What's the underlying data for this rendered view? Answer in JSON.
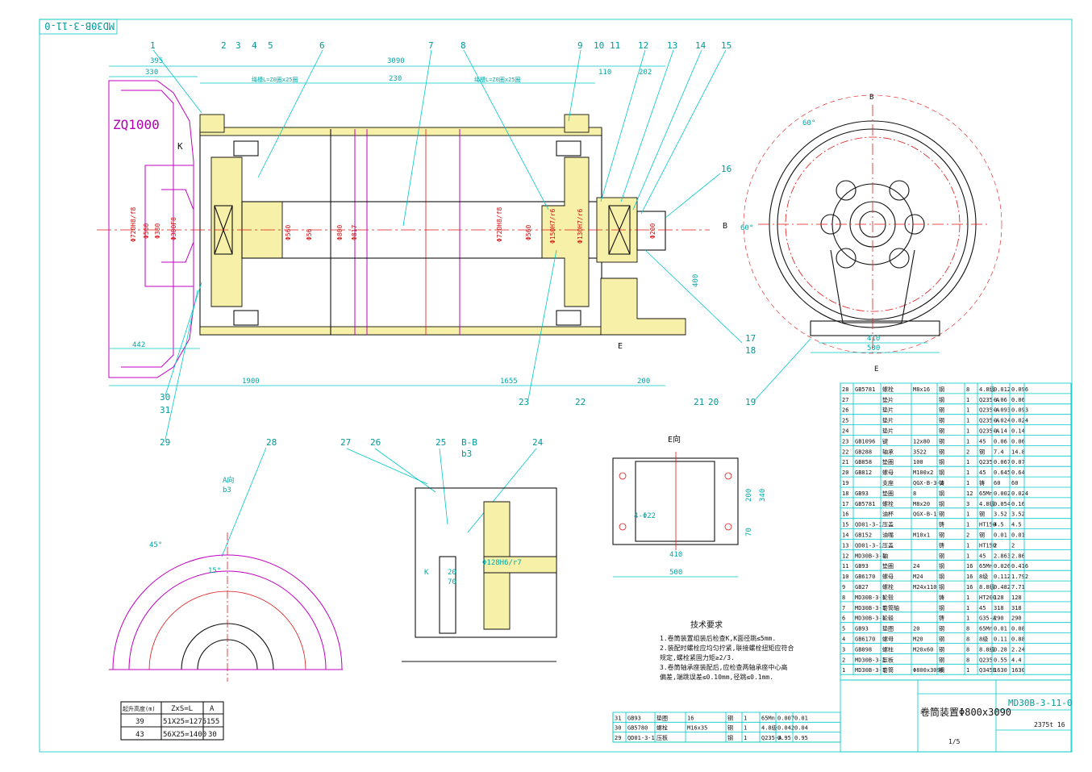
{
  "drawing": {
    "code": "MD30B-3-11-0",
    "code_mirrored": "MD30B-3-11-0",
    "title": "卷筒装置Φ800x3090",
    "reducer_label": "ZQ1000",
    "scale_hint": "1/5",
    "sheet_info": "2375t  16"
  },
  "callouts": [
    "1",
    "2",
    "3",
    "4",
    "5",
    "6",
    "7",
    "8",
    "9",
    "10",
    "11",
    "12",
    "13",
    "14",
    "15",
    "16",
    "17",
    "18",
    "19",
    "20",
    "21",
    "22",
    "23",
    "24",
    "25",
    "26",
    "27",
    "28",
    "29",
    "30",
    "31"
  ],
  "dimensions": {
    "top": [
      "395",
      "330",
      "3090",
      "230",
      "110",
      "202"
    ],
    "bottom": [
      "1900",
      "1655",
      "200"
    ],
    "left": [
      "442"
    ],
    "side": [
      "410",
      "500",
      "400"
    ],
    "groove_left": "绳槽L=Z0圈x25圈",
    "groove_right": "绳槽L=Z0圈x25圈",
    "dia_left": [
      "Φ720H8/f8",
      "Φ560",
      "Φ380",
      "Φ380F8"
    ],
    "dia_mid": [
      "Φ560",
      "Φ56",
      "Φ800",
      "Φ817"
    ],
    "dia_right": [
      "Φ720H8/f8",
      "Φ560",
      "Φ150H7/r6",
      "Φ130H7/r6",
      "Φ200"
    ]
  },
  "views": {
    "a_label": "A向",
    "a_sub": "b3",
    "e_label": "E向",
    "bb_label": "B-B",
    "bb_sub": "b3",
    "b_marker": "B",
    "e_marker": "E",
    "k_marker": "K",
    "angle_60a": "60°",
    "angle_60b": "60°",
    "angle_45": "45°",
    "angle_15": "15°",
    "e_dims": [
      "410",
      "500",
      "200",
      "340",
      "70"
    ],
    "e_holes": "4-Φ22",
    "bb_dims": [
      "Φ128H6/r7",
      "20",
      "70"
    ]
  },
  "notes": {
    "heading": "技术要求",
    "lines": [
      "1.卷筒装置组装后检查K,K面径跳≤5mm.",
      "2.装配时螺栓应均匀拧紧,联接螺栓扭矩应符合",
      "  规定,螺栓紧固力矩≥2/3.",
      "3.卷筒轴承座装配后,应检查两轴承座中心高",
      "  偏差,端跳误差≤0.10mm,径跳≤0.1mm."
    ]
  },
  "rope_table": {
    "headers": [
      "起升高度(m)",
      "ZxS=L",
      "A"
    ],
    "rows": [
      [
        "39",
        "51X25=1275",
        "155"
      ],
      [
        "43",
        "56X25=1400",
        "30"
      ]
    ]
  },
  "bom": {
    "rows": [
      [
        "28",
        "GB5781",
        "螺栓",
        "M8x16",
        "钢",
        "8",
        "4.8级",
        "0.012",
        "0.096"
      ],
      [
        "27",
        "",
        "垫片",
        "",
        "钢",
        "1",
        "Q235-A",
        "0.06",
        "0.06"
      ],
      [
        "26",
        "",
        "垫片",
        "",
        "钢",
        "1",
        "Q235-A",
        "0.093",
        "0.093"
      ],
      [
        "25",
        "",
        "垫片",
        "",
        "钢",
        "1",
        "Q235-A",
        "0.024",
        "0.024"
      ],
      [
        "24",
        "",
        "垫片",
        "",
        "钢",
        "1",
        "Q235-A",
        "0.14",
        "0.14"
      ],
      [
        "23",
        "GB1096",
        "键",
        "12x80",
        "钢",
        "1",
        "45",
        "0.06",
        "0.06"
      ],
      [
        "22",
        "GB288",
        "轴承",
        "3522",
        "钢",
        "2",
        "钢",
        "7.4",
        "14.8"
      ],
      [
        "21",
        "GB858",
        "垫圈",
        "100",
        "钢",
        "1",
        "Q235",
        "0.067",
        "0.07"
      ],
      [
        "20",
        "GB812",
        "螺母",
        "M100x2",
        "钢",
        "1",
        "45",
        "0.645",
        "0.64"
      ],
      [
        "19",
        "",
        "支座",
        "QGX-B-3-Z",
        "铸",
        "1",
        "铸",
        "60",
        "60"
      ],
      [
        "18",
        "GB93",
        "垫圈",
        "8",
        "钢",
        "12",
        "65Mn",
        "0.002",
        "0.024"
      ],
      [
        "17",
        "GB5781",
        "螺栓",
        "M8x20",
        "钢",
        "3",
        "4.8级",
        "0.054",
        "0.16"
      ],
      [
        "16",
        "",
        "油杯",
        "QGX-B-1",
        "钢",
        "1",
        "钢",
        "3.52",
        "3.52"
      ],
      [
        "15",
        "QD01-3-1",
        "压盖",
        "",
        "铸",
        "1",
        "HT150",
        "4.5",
        "4.5"
      ],
      [
        "14",
        "GB152",
        "油嘴",
        "M10x1",
        "钢",
        "2",
        "钢",
        "0.01",
        "0.01"
      ],
      [
        "13",
        "QD01-3-1",
        "压盖",
        "",
        "铸",
        "1",
        "HT150",
        "2",
        "2"
      ],
      [
        "12",
        "MD30B-3-1",
        "轴",
        "",
        "钢",
        "1",
        "45",
        "2.863",
        "2.86"
      ],
      [
        "11",
        "GB93",
        "垫圈",
        "24",
        "钢",
        "16",
        "65Mn",
        "0.026",
        "0.416"
      ],
      [
        "10",
        "GB6170",
        "螺母",
        "M24",
        "钢",
        "16",
        "8级",
        "0.112",
        "1.792"
      ],
      [
        "9",
        "GB27",
        "螺栓",
        "M24x110",
        "钢",
        "16",
        "8.8级",
        "0.482",
        "7.71"
      ],
      [
        "8",
        "MD30B-3-1",
        "轮毂",
        "",
        "铸",
        "1",
        "HT200",
        "128",
        "128"
      ],
      [
        "7",
        "MD30B-3-1",
        "卷筒轴",
        "",
        "钢",
        "1",
        "45",
        "318",
        "318"
      ],
      [
        "6",
        "MD30B-3-1",
        "轮毂",
        "",
        "铸",
        "1",
        "G35-A",
        "290",
        "290"
      ],
      [
        "5",
        "GB93",
        "垫圈",
        "20",
        "钢",
        "8",
        "65Mn",
        "0.01",
        "0.08"
      ],
      [
        "4",
        "GB6170",
        "螺母",
        "M20",
        "钢",
        "8",
        "8级",
        "0.11",
        "0.88"
      ],
      [
        "3",
        "GB898",
        "螺柱",
        "M20x60",
        "钢",
        "8",
        "8.8级",
        "0.28",
        "2.24"
      ],
      [
        "2",
        "MD30B-3-1",
        "压板",
        "",
        "钢",
        "8",
        "Q235",
        "0.55",
        "4.4"
      ],
      [
        "1",
        "MD30B-3-1",
        "卷筒",
        "Φ800x3090",
        "钢",
        "1",
        "Q345B",
        "1630",
        "1630"
      ]
    ],
    "lower_rows": [
      [
        "31",
        "GB93",
        "垫圈",
        "16",
        "钢",
        "1",
        "65Mn",
        "0.007",
        "0.01"
      ],
      [
        "30",
        "GB5780",
        "螺栓",
        "M16x35",
        "钢",
        "1",
        "4.8级",
        "0.042",
        "0.04"
      ],
      [
        "29",
        "QD01-3-1",
        "压板",
        "",
        "钢",
        "1",
        "Q235-A",
        "0.95",
        "0.95"
      ]
    ]
  },
  "colors": {
    "border": "#00c8c8",
    "outline": "#111111",
    "center": "#e01818",
    "reducer": "#c000c0",
    "section": "#f7f0a8"
  }
}
